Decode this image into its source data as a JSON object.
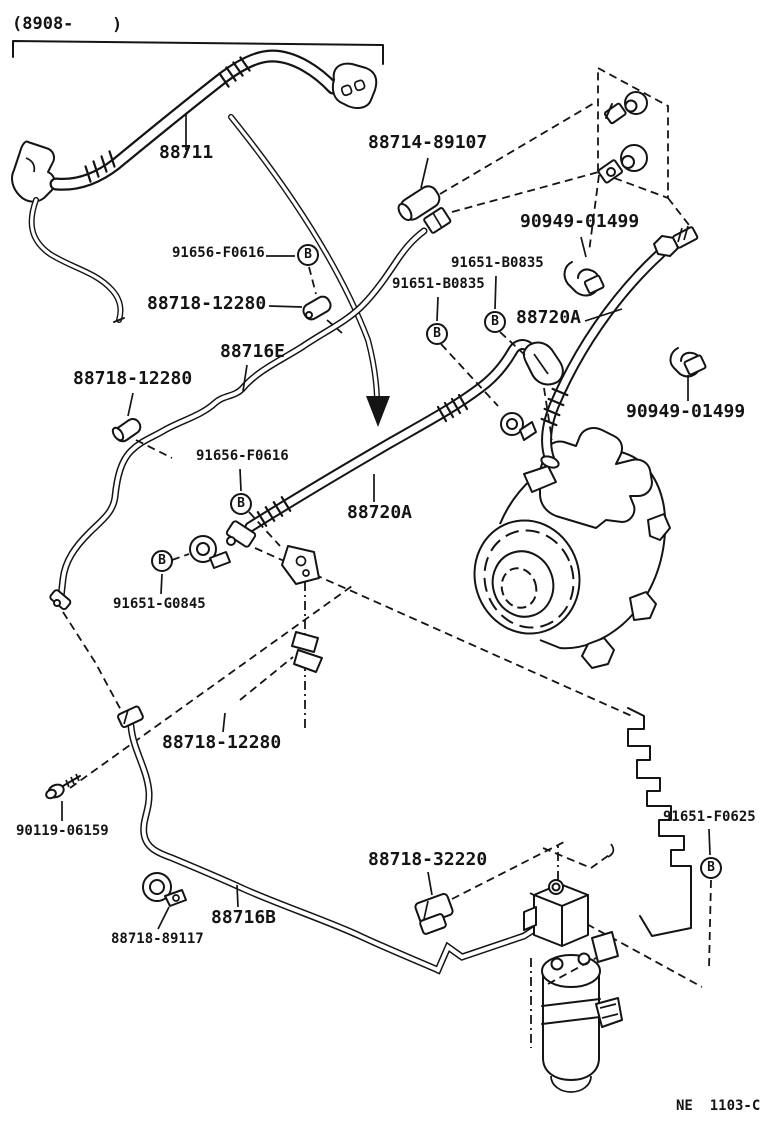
{
  "diagram": {
    "title": "A/C cooler piping parts diagram",
    "colors": {
      "ink": "#141414",
      "paper": "#ffffff"
    },
    "marker": "B",
    "labels": [
      {
        "name": "production-range-open",
        "text": "(8908-"
      },
      {
        "name": "production-range-close",
        "text": ")"
      },
      {
        "name": "part-88711",
        "text": "88711"
      },
      {
        "name": "part-88714-89107",
        "text": "88714-89107"
      },
      {
        "name": "part-90949-01499-a",
        "text": "90949-01499"
      },
      {
        "name": "part-91656-F0616-a",
        "text": "91656-F0616"
      },
      {
        "name": "part-88718-12280-a",
        "text": "88718-12280"
      },
      {
        "name": "part-91651-B0835-top",
        "text": "91651-B0835"
      },
      {
        "name": "part-91651-B0835-left",
        "text": "91651-B0835"
      },
      {
        "name": "part-88720A-a",
        "text": "88720A"
      },
      {
        "name": "part-90949-01499-b",
        "text": "90949-01499"
      },
      {
        "name": "part-88718-12280-b",
        "text": "88718-12280"
      },
      {
        "name": "part-88716E",
        "text": "88716E"
      },
      {
        "name": "part-91656-F0616-b",
        "text": "91656-F0616"
      },
      {
        "name": "part-88720A-b",
        "text": "88720A"
      },
      {
        "name": "part-91651-G0845",
        "text": "91651-G0845"
      },
      {
        "name": "part-88718-12280-c",
        "text": "88718-12280"
      },
      {
        "name": "part-90119-06159",
        "text": "90119-06159"
      },
      {
        "name": "part-88718-32220",
        "text": "88718-32220"
      },
      {
        "name": "part-88716B",
        "text": "88716B"
      },
      {
        "name": "part-88718-89117",
        "text": "88718-89117"
      },
      {
        "name": "part-91651-F0625",
        "text": "91651-F0625"
      },
      {
        "name": "figure-code",
        "text": "NE  1103-C"
      }
    ]
  }
}
